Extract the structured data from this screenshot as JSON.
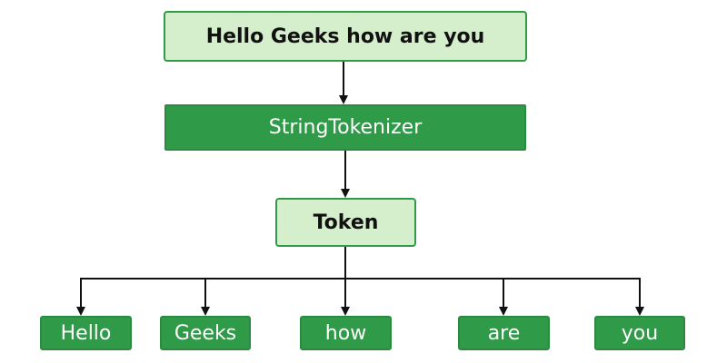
{
  "diagram": {
    "input_text": "Hello Geeks how are you",
    "process_label": "StringTokenizer",
    "token_label": "Token",
    "tokens": [
      "Hello",
      "Geeks",
      "how",
      "are",
      "you"
    ]
  },
  "colors": {
    "light_fill": "#d5eecb",
    "dark_fill": "#2f9a47",
    "border": "#2f9a47",
    "arrow": "#111111"
  }
}
